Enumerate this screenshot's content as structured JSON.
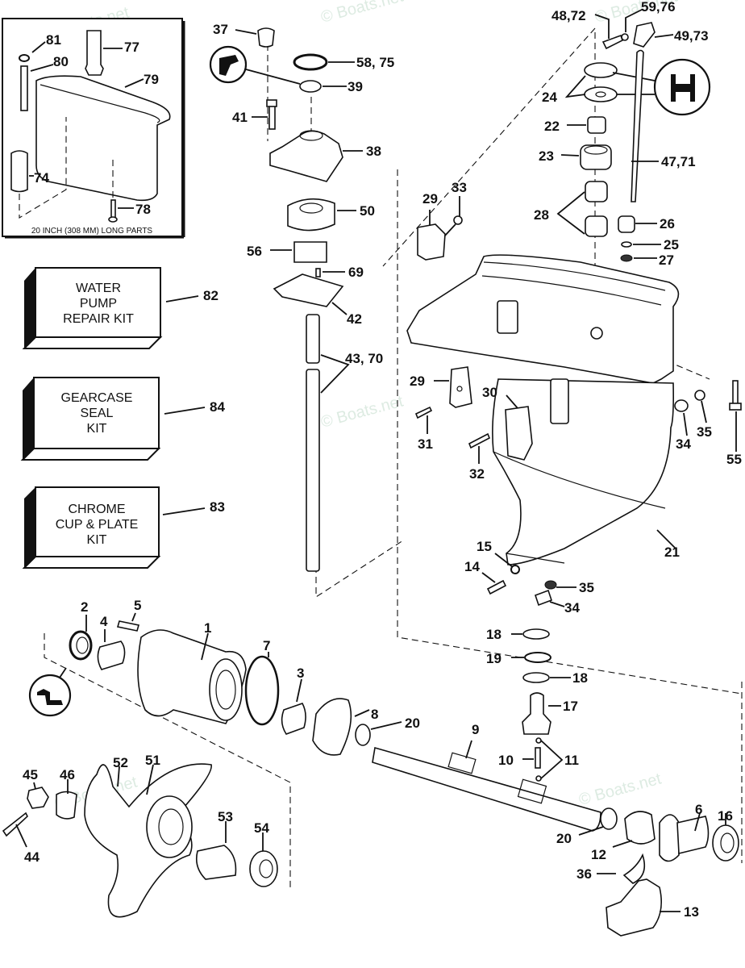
{
  "diagram": {
    "title": "Outboard gearcase exploded parts diagram",
    "watermark": "© Boats.net",
    "inset": {
      "caption": "20 INCH (308 MM) LONG PARTS",
      "labels": [
        "81",
        "80",
        "77",
        "79",
        "74",
        "78"
      ]
    },
    "kits": [
      {
        "lines": [
          "WATER",
          "PUMP",
          "REPAIR KIT"
        ],
        "callout": "82"
      },
      {
        "lines": [
          "GEARCASE",
          "SEAL",
          "KIT"
        ],
        "callout": "84"
      },
      {
        "lines": [
          "CHROME",
          "CUP & PLATE",
          "KIT"
        ],
        "callout": "83"
      }
    ],
    "water_pump_labels": [
      "37",
      "58, 75",
      "39",
      "41",
      "38",
      "50",
      "56",
      "69",
      "42",
      "43, 70"
    ],
    "upper_right_labels": [
      "48,72",
      "59,76",
      "49,73",
      "24",
      "22",
      "23",
      "47,71",
      "28",
      "26",
      "25",
      "27",
      "29",
      "33"
    ],
    "gearcase_labels": [
      "29",
      "30",
      "31",
      "32",
      "34",
      "35",
      "55",
      "15",
      "14",
      "21",
      "35",
      "34"
    ],
    "lower_labels": [
      "2",
      "5",
      "4",
      "1",
      "7",
      "3",
      "8",
      "20",
      "9",
      "18",
      "19",
      "18",
      "17",
      "10",
      "11",
      "20",
      "6",
      "16",
      "12",
      "36",
      "13",
      "45",
      "46",
      "52",
      "51",
      "44",
      "53",
      "54"
    ]
  }
}
